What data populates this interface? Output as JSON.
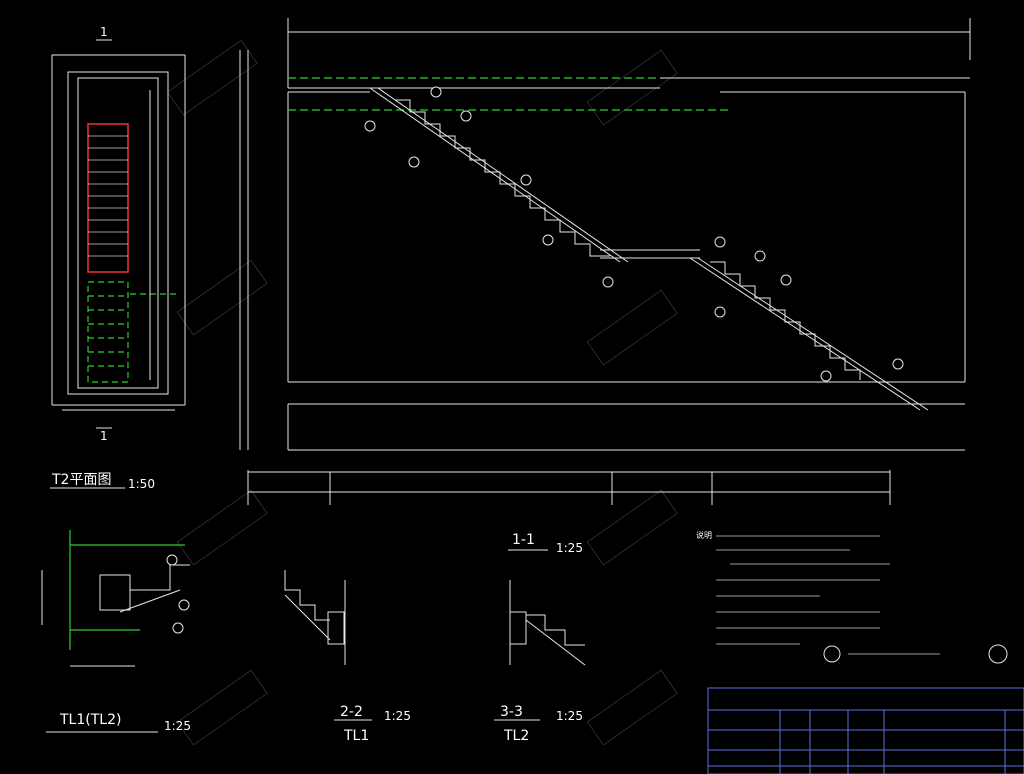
{
  "drawing": {
    "plan_title": "T2平面图",
    "plan_scale": "1:50",
    "section_11_label": "1-1",
    "section_11_scale": "1:25",
    "section_22_label": "2-2",
    "section_22_beam": "TL1",
    "section_22_scale": "1:25",
    "section_33_label": "3-3",
    "section_33_beam": "TL2",
    "section_33_scale": "1:25",
    "beam_detail_label": "TL1(TL2)",
    "beam_detail_scale": "1:25",
    "plan_marker_top": "1",
    "plan_marker_bottom": "1",
    "notes_header": "说明"
  },
  "colors": {
    "background": "#000000",
    "line": "#e6e6e6",
    "green_dashed": "#2ecc2e",
    "red_stair": "#e03030",
    "title_block": "#5b6ee1"
  },
  "watermark": {
    "icon": "pear-logo-icon"
  }
}
